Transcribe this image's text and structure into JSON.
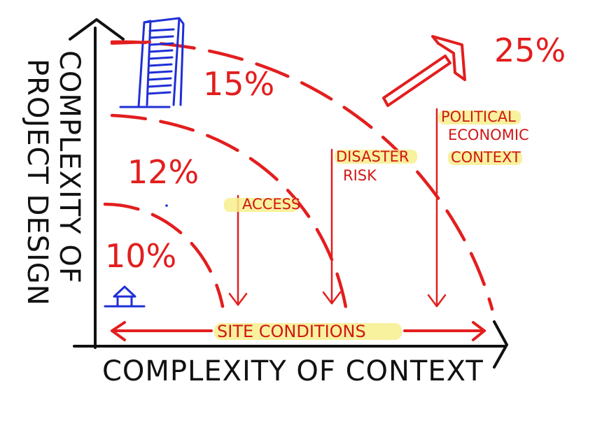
{
  "axes": {
    "x_label": "COMPLEXITY OF CONTEXT",
    "y_label_line1": "COMPLEXITY OF",
    "y_label_line2": "PROJECT DESIGN"
  },
  "curves": [
    {
      "percent": "10%"
    },
    {
      "percent": "12%"
    },
    {
      "percent": "15%"
    },
    {
      "percent": "25%"
    }
  ],
  "factors": {
    "access": "ACCESS",
    "disaster_line1": "DISASTER",
    "disaster_line2": "RISK",
    "political_line1": "POLITICAL",
    "political_line2": "ECONOMIC",
    "political_line3": "CONTEXT"
  },
  "site_conditions": "SITE CONDITIONS",
  "icons": {
    "small": "small-house-icon",
    "large": "skyscraper-icon"
  },
  "colors": {
    "red": "#e31e1e",
    "blue": "#1f2fd6",
    "black": "#111111",
    "highlight": "#f7ef8c"
  }
}
